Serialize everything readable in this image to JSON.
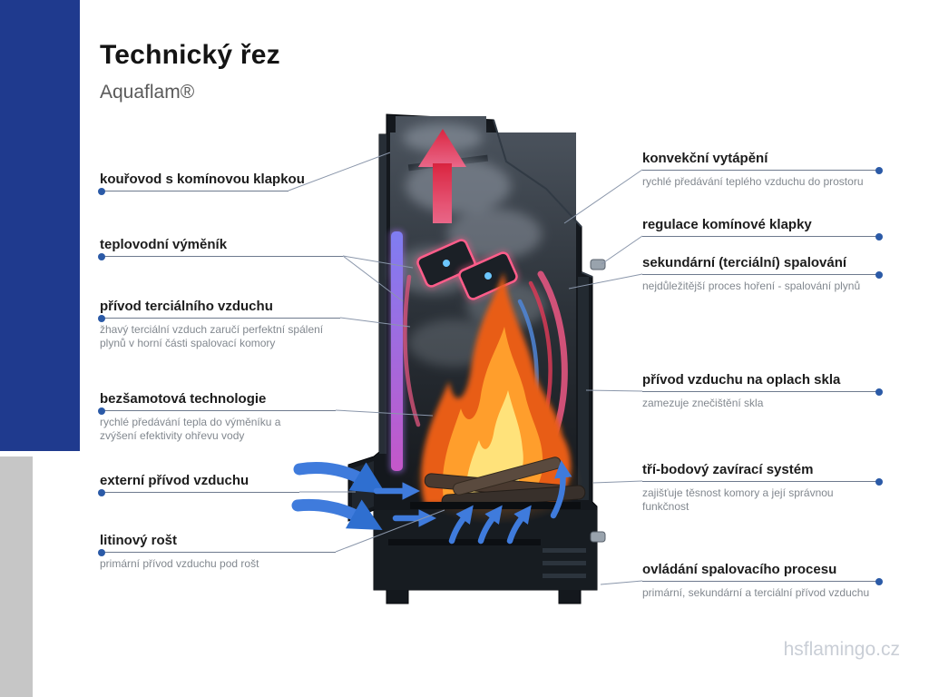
{
  "page": {
    "title": "Technický řez",
    "subtitle": "Aquaflam®",
    "watermark": "hsflamingo.cz"
  },
  "colors": {
    "accent": "#2b5aa7",
    "band_blue": "#1f3a8e",
    "band_gray": "#c6c6c6",
    "flame_orange": "#ff9e2c",
    "arrow_red": "#e0223f",
    "arrow_blue": "#3f7bdc"
  },
  "labels_left": [
    {
      "title": "kouřovod s komínovou klapkou",
      "desc": ""
    },
    {
      "title": "teplovodní výměník",
      "desc": ""
    },
    {
      "title": "přívod terciálního vzduchu",
      "desc": "žhavý terciální vzduch zaručí perfektní spálení plynů v horní části spalovací komory"
    },
    {
      "title": "bezšamotová technologie",
      "desc": "rychlé předávání tepla do výměníku a zvýšení efektivity ohřevu vody"
    },
    {
      "title": "externí přívod vzduchu",
      "desc": ""
    },
    {
      "title": "litinový rošt",
      "desc": "primární přívod vzduchu pod rošt"
    }
  ],
  "labels_right": [
    {
      "title": "konvekční vytápění",
      "desc": "rychlé předávání teplého vzduchu do prostoru"
    },
    {
      "title": "regulace komínové klapky",
      "desc": ""
    },
    {
      "title": "sekundární (terciální) spalování",
      "desc": "nejdůležitější proces hoření - spalování plynů"
    },
    {
      "title": "přívod vzduchu na oplach skla",
      "desc": "zamezuje znečištění skla"
    },
    {
      "title": "tří-bodový zavírací systém",
      "desc": "zajišťuje těsnost komory a její správnou funkčnost"
    },
    {
      "title": "ovládání spalovacího procesu",
      "desc": "primární, sekundární a terciální přívod vzduchu"
    }
  ]
}
